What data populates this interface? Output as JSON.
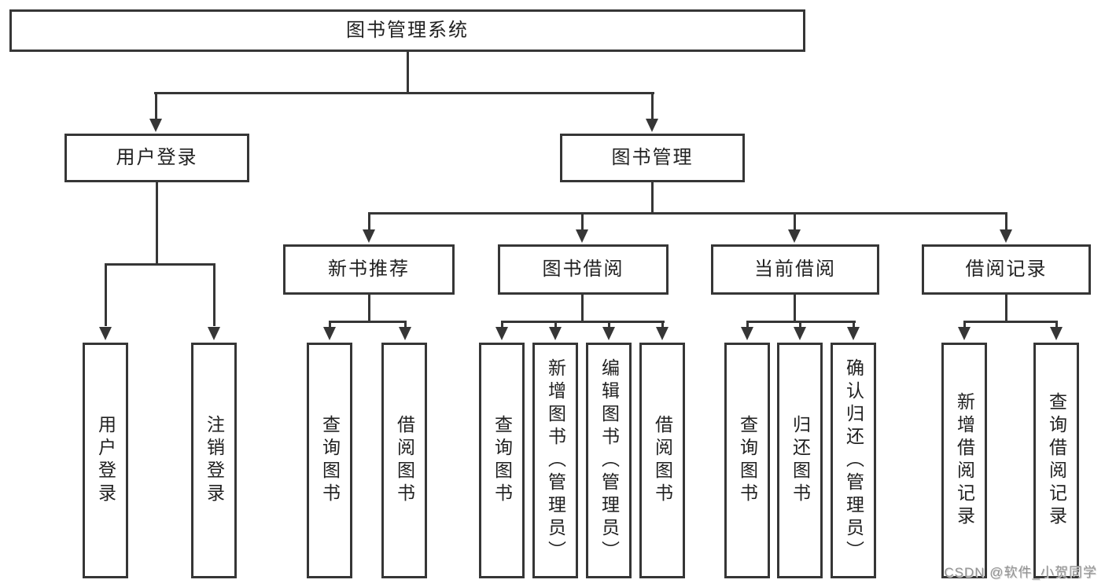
{
  "diagram": {
    "title": "图书管理系统",
    "watermark": "CSDN @软件_小贺同学",
    "colors": {
      "line": "#363636",
      "box_border": "#363636",
      "text": "#212121",
      "background": "#ffffff",
      "watermark": "#929292"
    },
    "nodes": {
      "root": "图书管理系统",
      "user_login": "用户登录",
      "book_mgmt": "图书管理",
      "new_book_rec": "新书推荐",
      "book_borrow": "图书借阅",
      "current_borrow": "当前借阅",
      "borrow_records": "借阅记录",
      "leaf_user_login": "用户登录",
      "leaf_logout": "注销登录",
      "leaf_query_book_1": "查询图书",
      "leaf_borrow_book_1": "借阅图书",
      "leaf_query_book_2": "查询图书",
      "leaf_add_book": "新增图书（管理员）",
      "leaf_edit_book": "编辑图书（管理员）",
      "leaf_borrow_book_2": "借阅图书",
      "leaf_query_book_3": "查询图书",
      "leaf_return_book": "归还图书",
      "leaf_confirm_return": "确认归还（管理员）",
      "leaf_add_borrow_record": "新增借阅记录",
      "leaf_query_borrow_record": "查询借阅记录"
    },
    "hierarchy": {
      "图书管理系统": [
        "用户登录",
        "图书管理"
      ],
      "用户登录": [
        "用户登录",
        "注销登录"
      ],
      "图书管理": [
        "新书推荐",
        "图书借阅",
        "当前借阅",
        "借阅记录"
      ],
      "新书推荐": [
        "查询图书",
        "借阅图书"
      ],
      "图书借阅": [
        "查询图书",
        "新增图书（管理员）",
        "编辑图书（管理员）",
        "借阅图书"
      ],
      "当前借阅": [
        "查询图书",
        "归还图书",
        "确认归还（管理员）"
      ],
      "借阅记录": [
        "新增借阅记录",
        "查询借阅记录"
      ]
    }
  }
}
